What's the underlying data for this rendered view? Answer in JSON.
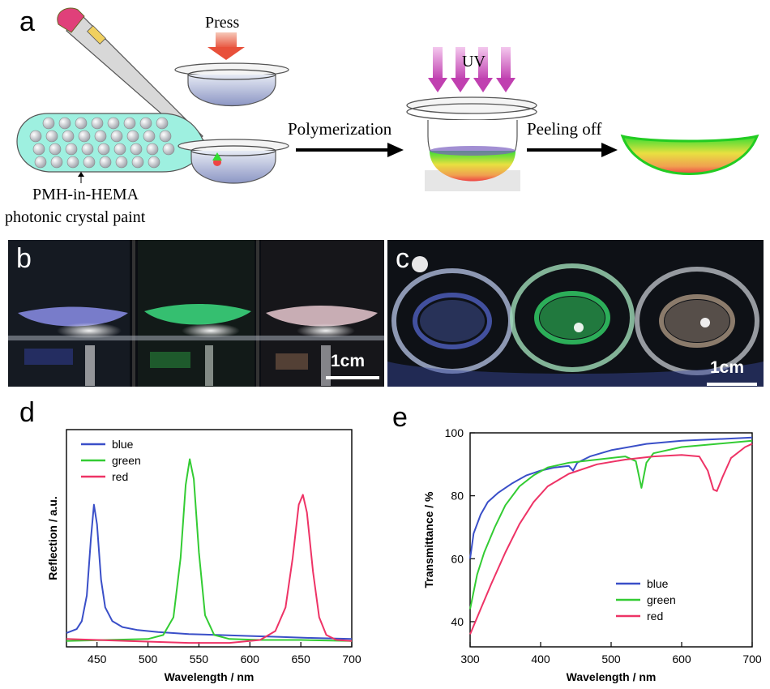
{
  "panel_a": {
    "letter": "a",
    "press_label": "Press",
    "uv_label": "UV",
    "polymerization_label": "Polymerization",
    "peeling_label": "Peeling off",
    "paint_label_line1": "PMH-in-HEMA",
    "paint_label_line2": "photonic crystal paint",
    "colors": {
      "paint_bubble": "#9ef0e0",
      "press_arrow": "#e8705a",
      "uv_arrow": "#d860c8",
      "green_layer": "#33dd33",
      "red_layer": "#ee4444"
    }
  },
  "panel_b": {
    "letter": "b",
    "scale_label": "1cm"
  },
  "panel_c": {
    "letter": "c",
    "scale_label": "1cm"
  },
  "chart_data": [
    {
      "panel": "d",
      "type": "line",
      "xlabel": "Wavelength / nm",
      "ylabel": "Reflection / a.u.",
      "xlim": [
        420,
        700
      ],
      "ylim": [
        0,
        1.1
      ],
      "xticks": [
        450,
        500,
        550,
        600,
        650,
        700
      ],
      "yticks": [],
      "grid": false,
      "legend": "top-left",
      "series": [
        {
          "name": "blue",
          "color": "#3a4fc8",
          "x": [
            420,
            430,
            435,
            440,
            444,
            447,
            450,
            454,
            458,
            465,
            475,
            490,
            510,
            540,
            570,
            600,
            630,
            660,
            700
          ],
          "y": [
            0.07,
            0.09,
            0.13,
            0.26,
            0.55,
            0.72,
            0.62,
            0.34,
            0.2,
            0.13,
            0.1,
            0.085,
            0.075,
            0.065,
            0.06,
            0.055,
            0.05,
            0.045,
            0.04
          ]
        },
        {
          "name": "green",
          "color": "#33cc33",
          "x": [
            420,
            460,
            500,
            515,
            525,
            532,
            537,
            541,
            545,
            550,
            556,
            565,
            580,
            610,
            650,
            700
          ],
          "y": [
            0.03,
            0.035,
            0.04,
            0.06,
            0.15,
            0.45,
            0.82,
            0.95,
            0.85,
            0.48,
            0.16,
            0.06,
            0.04,
            0.035,
            0.035,
            0.03
          ]
        },
        {
          "name": "red",
          "color": "#ee3366",
          "x": [
            420,
            480,
            540,
            580,
            610,
            625,
            635,
            642,
            648,
            652,
            656,
            662,
            668,
            675,
            685,
            700
          ],
          "y": [
            0.04,
            0.03,
            0.02,
            0.02,
            0.035,
            0.08,
            0.2,
            0.45,
            0.72,
            0.77,
            0.68,
            0.38,
            0.15,
            0.06,
            0.035,
            0.03
          ]
        }
      ]
    },
    {
      "panel": "e",
      "type": "line",
      "xlabel": "Wavelength / nm",
      "ylabel": "Transmittance / %",
      "xlim": [
        300,
        700
      ],
      "ylim": [
        32,
        100
      ],
      "xticks": [
        300,
        400,
        500,
        600,
        700
      ],
      "yticks": [
        40,
        60,
        80,
        100
      ],
      "grid": false,
      "legend": "bottom-right",
      "series": [
        {
          "name": "blue",
          "color": "#3a4fc8",
          "x": [
            300,
            305,
            315,
            325,
            340,
            360,
            380,
            400,
            420,
            440,
            446,
            452,
            470,
            500,
            550,
            600,
            650,
            700
          ],
          "y": [
            60,
            68,
            74,
            78,
            81,
            84,
            86.5,
            88,
            89,
            89.5,
            88,
            90.5,
            92.5,
            94.5,
            96.5,
            97.5,
            98,
            98.5
          ]
        },
        {
          "name": "green",
          "color": "#33cc33",
          "x": [
            300,
            310,
            320,
            335,
            350,
            370,
            390,
            410,
            440,
            480,
            520,
            535,
            543,
            550,
            560,
            600,
            650,
            700
          ],
          "y": [
            44,
            55,
            62,
            70,
            77,
            83,
            86.5,
            89,
            90.5,
            91.5,
            92.5,
            91,
            82.5,
            90.5,
            93.5,
            95.5,
            96.5,
            97.5
          ]
        },
        {
          "name": "red",
          "color": "#ee3366",
          "x": [
            300,
            315,
            330,
            350,
            370,
            390,
            410,
            440,
            480,
            520,
            560,
            600,
            625,
            637,
            645,
            650,
            658,
            670,
            690,
            700
          ],
          "y": [
            36,
            44,
            52,
            62,
            71,
            78,
            83,
            87,
            90,
            91.5,
            92.5,
            93,
            92.5,
            88,
            82,
            81.5,
            86,
            92,
            95.5,
            96.5
          ]
        }
      ]
    }
  ]
}
